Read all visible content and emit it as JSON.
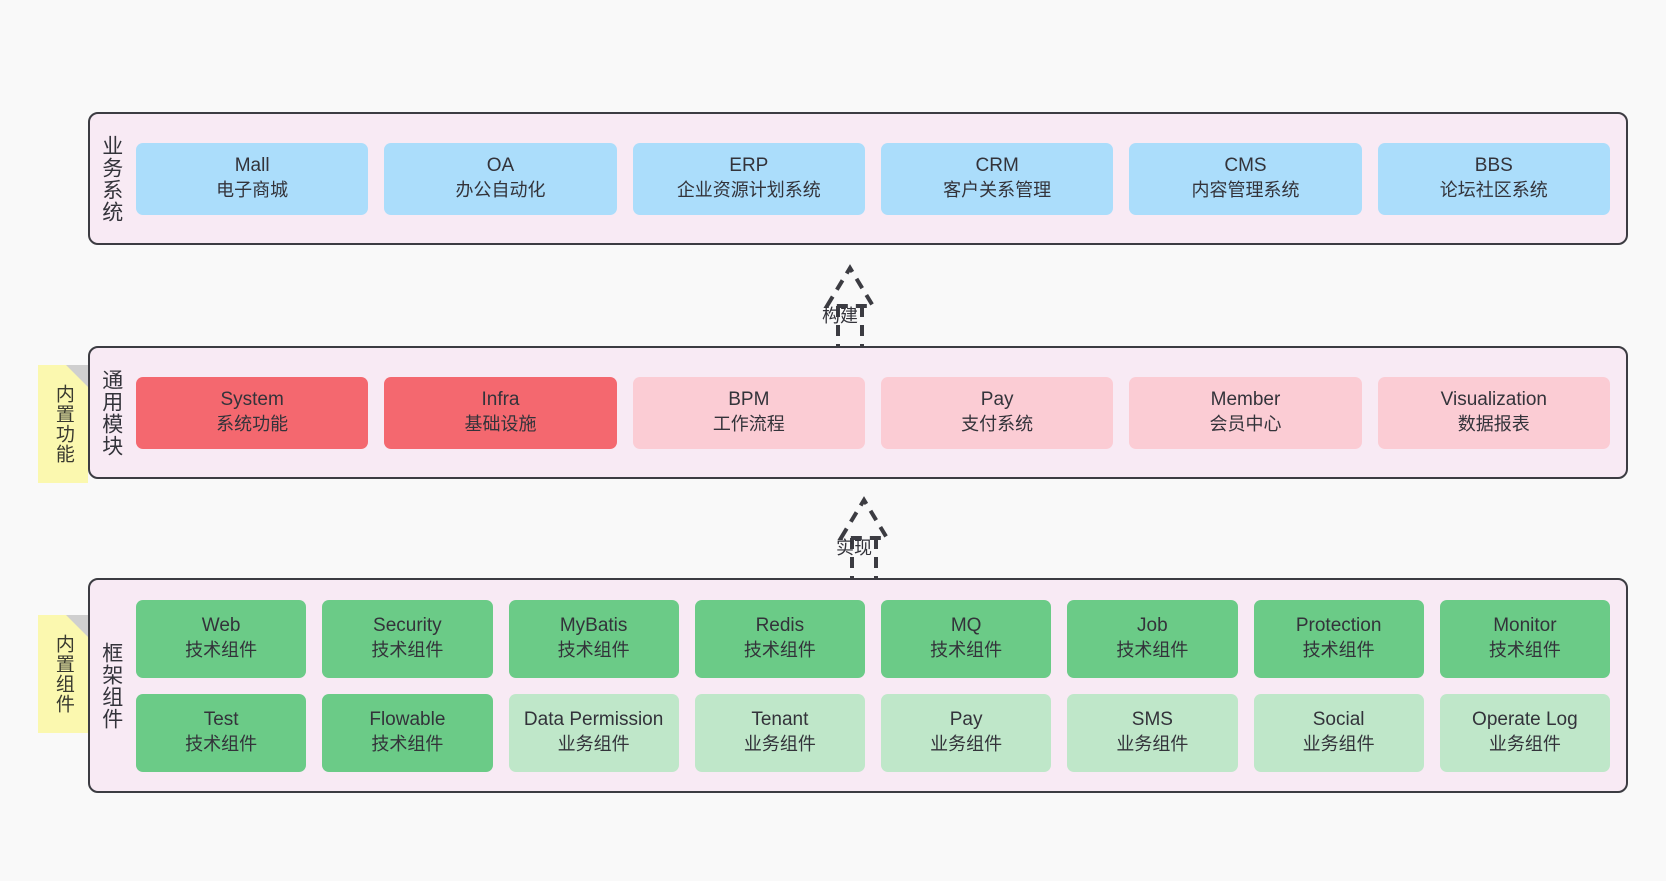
{
  "diagram": {
    "background": "#f9f9f9",
    "panel_fill": "#f8eaf4",
    "panel_border": "#3c3c42",
    "colors": {
      "business_blue": "#abddfb",
      "module_red": "#f4686f",
      "module_pink": "#fbccd4",
      "component_green": "#6bcb87",
      "component_light_green": "#bfe7c9",
      "tag_yellow": "#fbf8af",
      "tag_fold_gray": "#cfcfcf"
    }
  },
  "layers": [
    {
      "id": "business",
      "caption": "业务系统",
      "rows": [
        [
          {
            "title": "Mall",
            "subtitle": "电子商城",
            "style": "blue"
          },
          {
            "title": "OA",
            "subtitle": "办公自动化",
            "style": "blue"
          },
          {
            "title": "ERP",
            "subtitle": "企业资源计划系统",
            "style": "blue"
          },
          {
            "title": "CRM",
            "subtitle": "客户关系管理",
            "style": "blue"
          },
          {
            "title": "CMS",
            "subtitle": "内容管理系统",
            "style": "blue"
          },
          {
            "title": "BBS",
            "subtitle": "论坛社区系统",
            "style": "blue"
          }
        ]
      ]
    },
    {
      "id": "modules",
      "caption": "通用模块",
      "tag": "内置功能",
      "rows": [
        [
          {
            "title": "System",
            "subtitle": "系统功能",
            "style": "red"
          },
          {
            "title": "Infra",
            "subtitle": "基础设施",
            "style": "red"
          },
          {
            "title": "BPM",
            "subtitle": "工作流程",
            "style": "pink"
          },
          {
            "title": "Pay",
            "subtitle": "支付系统",
            "style": "pink"
          },
          {
            "title": "Member",
            "subtitle": "会员中心",
            "style": "pink"
          },
          {
            "title": "Visualization",
            "subtitle": "数据报表",
            "style": "pink"
          }
        ]
      ]
    },
    {
      "id": "framework",
      "caption": "框架组件",
      "tag": "内置组件",
      "rows": [
        [
          {
            "title": "Web",
            "subtitle": "技术组件",
            "style": "green"
          },
          {
            "title": "Security",
            "subtitle": "技术组件",
            "style": "green"
          },
          {
            "title": "MyBatis",
            "subtitle": "技术组件",
            "style": "green"
          },
          {
            "title": "Redis",
            "subtitle": "技术组件",
            "style": "green"
          },
          {
            "title": "MQ",
            "subtitle": "技术组件",
            "style": "green"
          },
          {
            "title": "Job",
            "subtitle": "技术组件",
            "style": "green"
          },
          {
            "title": "Protection",
            "subtitle": "技术组件",
            "style": "green"
          },
          {
            "title": "Monitor",
            "subtitle": "技术组件",
            "style": "green"
          }
        ],
        [
          {
            "title": "Test",
            "subtitle": "技术组件",
            "style": "green"
          },
          {
            "title": "Flowable",
            "subtitle": "技术组件",
            "style": "green"
          },
          {
            "title": "Data Permission",
            "subtitle": "业务组件",
            "style": "lightgreen"
          },
          {
            "title": "Tenant",
            "subtitle": "业务组件",
            "style": "lightgreen"
          },
          {
            "title": "Pay",
            "subtitle": "业务组件",
            "style": "lightgreen"
          },
          {
            "title": "SMS",
            "subtitle": "业务组件",
            "style": "lightgreen"
          },
          {
            "title": "Social",
            "subtitle": "业务组件",
            "style": "lightgreen"
          },
          {
            "title": "Operate Log",
            "subtitle": "业务组件",
            "style": "lightgreen"
          }
        ]
      ]
    }
  ],
  "connectors": [
    {
      "id": "build",
      "label": "构建",
      "from": "modules",
      "to": "business"
    },
    {
      "id": "implement",
      "label": "实现",
      "from": "framework",
      "to": "modules"
    }
  ]
}
